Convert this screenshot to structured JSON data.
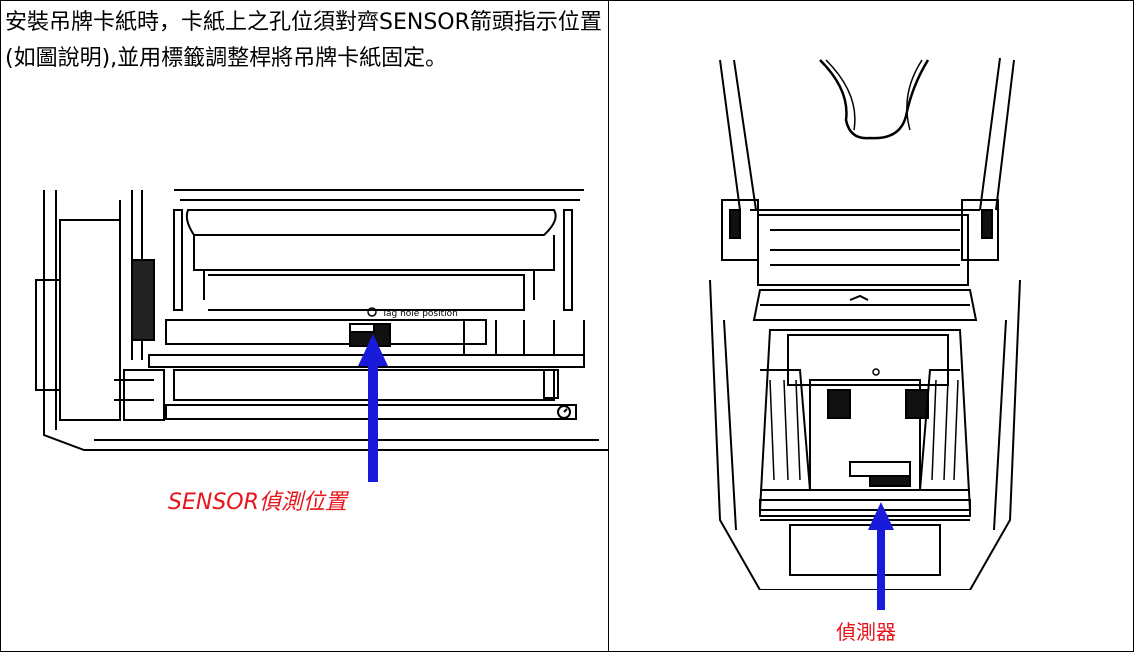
{
  "instruction_text": "安裝吊牌卡紙時，卡紙上之孔位須對齊SENSOR箭頭指示位置(如圖說明),並用標籤調整桿將吊牌卡紙固定。",
  "left_figure": {
    "label_tag_hole": "Tag hole position",
    "caption": "SENSOR偵測位置"
  },
  "right_figure": {
    "caption": "偵測器"
  },
  "colors": {
    "arrow": "#1a1adb",
    "caption": "#e8141b",
    "line": "#000000"
  }
}
